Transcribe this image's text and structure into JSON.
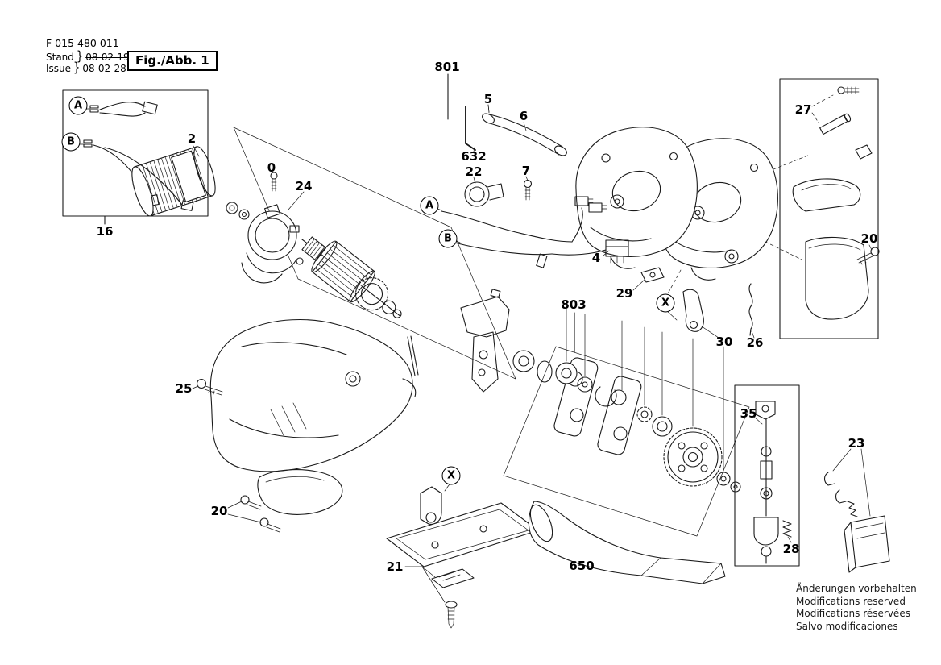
{
  "header": {
    "part_number": "F 015 480 011",
    "revision": {
      "stand_label": "Stand",
      "stand_date": "08-02-19",
      "issue_label": "Issue",
      "issue_date": "08-02-28"
    },
    "figure_label": "Fig./Abb. 1"
  },
  "callouts": {
    "fig801": "801",
    "fig803": "803",
    "fig650": "650",
    "fig632": "632",
    "n0": "0",
    "n2": "2",
    "n4": "4",
    "n5": "5",
    "n6": "6",
    "n7": "7",
    "n16": "16",
    "n20": "20",
    "n21": "21",
    "n22": "22",
    "n23": "23",
    "n24": "24",
    "n25": "25",
    "n26": "26",
    "n27": "27",
    "n28": "28",
    "n29": "29",
    "n30": "30",
    "n35": "35",
    "letterA": "A",
    "letterB": "B",
    "letterX": "X"
  },
  "footer": {
    "notes": [
      "Änderungen vorbehalten",
      "Modifications reserved",
      "Modifications réservées",
      "Salvo modificaciones"
    ]
  },
  "colors": {
    "line": "#1a1a1a",
    "background": "#ffffff"
  }
}
